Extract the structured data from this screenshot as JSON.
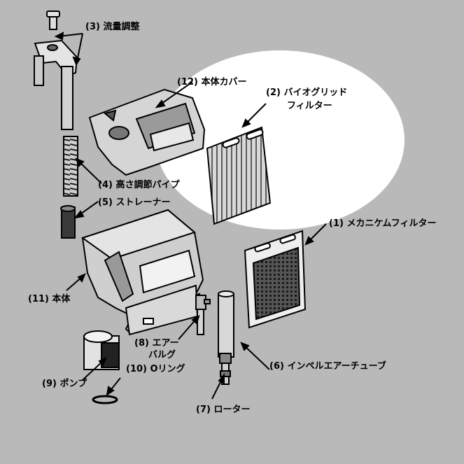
{
  "diagram": {
    "labels": {
      "p1": "(1) メカニケムフィルター",
      "p2_line1": "(2) バイオグリッド",
      "p2_line2": "フィルター",
      "p3": "(3) 流量調整",
      "p4": "(4) 高さ調節パイプ",
      "p5": "(5) ストレーナー",
      "p6": "(6) インペルエアーチューブ",
      "p7": "(7) ローター",
      "p8_line1": "(8) エアー",
      "p8_line2": "バルグ",
      "p9": "(9) ポンプ",
      "p10": "(10) Oリング",
      "p11": "(11) 本体",
      "p12": "(12) 本体カバー"
    }
  }
}
